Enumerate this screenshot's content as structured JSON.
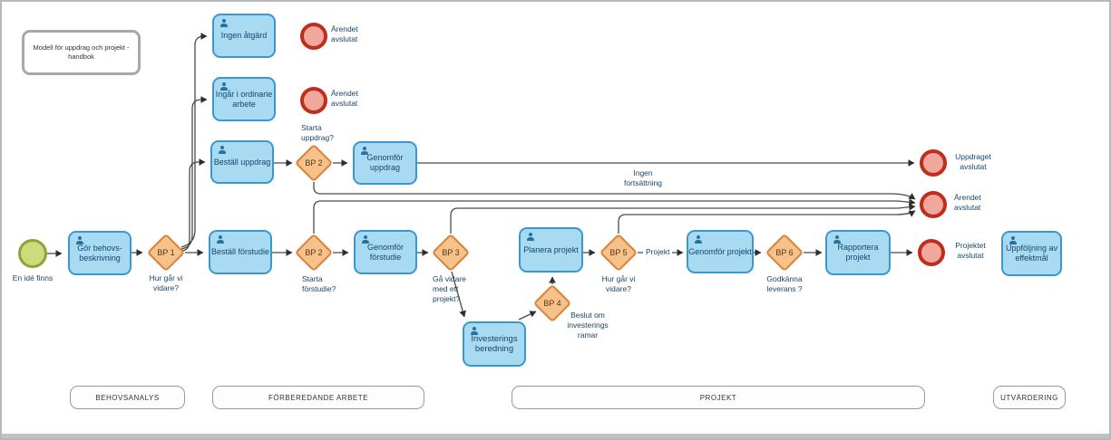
{
  "diagram": {
    "note": "Modell för uppdrag och projekt -\nhandbok",
    "tasks": {
      "ingen_atgard": "Ingen åtgärd",
      "ingar_ordinarie": "Ingår i ordinarie\narbete",
      "bestall_uppdrag": "Beställ uppdrag",
      "genomfor_uppdrag": "Genomför\nuppdrag",
      "gor_behovsbeskrivning": "Gör behovs-\nbeskrivning",
      "bestall_forstudie": "Beställ förstudie",
      "genomfor_forstudie": "Genomför\nförstudie",
      "investeringsberedning": "Investerings\nberedning",
      "planera_projekt": "Planera projekt",
      "genomfor_projekt": "Genomför projekt",
      "rapportera_projekt": "Rapportera\nprojekt",
      "uppfoljning_effektmal": "Uppföljning av\neffektmål"
    },
    "gateways": {
      "bp1": "BP 1",
      "bp2_uppdrag": "BP 2",
      "bp2_forstudie": "BP 2",
      "bp3": "BP 3",
      "bp4": "BP 4",
      "bp5": "BP 5",
      "bp6": "BP 6"
    },
    "events": {
      "start": "En idé finns",
      "end_arendet_top": "Ärendet\navslutat",
      "end_arendet_mid": "Ärendet\navslutat",
      "end_uppdraget": "Uppdraget\navslutat",
      "end_arendet_right": "Ärendet\navslutat",
      "end_projektet": "Projektet\navslutat"
    },
    "labels": {
      "hur_gar_vi_1": "Hur går vi\nvidare?",
      "starta_uppdrag": "Starta\nuppdrag?",
      "starta_forstudie": "Starta\nförstudie?",
      "ga_vidare_projekt": "Gå vidare\nmed ett\nprojekt?",
      "beslut_investeringsramar": "Beslut om\ninvesterings\nramar",
      "hur_gar_vi_2": "Hur går vi\nvidare?",
      "godkanna_leverans": "Godkänna\nleverans ?",
      "projekt": "Projekt",
      "ingen_fortsattning": "Ingen\nfortsättning"
    },
    "lanes": [
      "BEHOVSANALYS",
      "FÖRBEREDANDE ARBETE",
      "PROJEKT",
      "UTVÄRDERING"
    ],
    "colors": {
      "task_fill": "#a8daf2",
      "task_border": "#3a97d0",
      "gateway_fill": "#f7c289",
      "gateway_border": "#d9823b",
      "end_fill": "#f0a89d",
      "end_border": "#bf2e1c",
      "start_fill": "#cddc7a",
      "start_border": "#93a13a",
      "text": "#17466b",
      "line": "#4a4a4a"
    }
  }
}
